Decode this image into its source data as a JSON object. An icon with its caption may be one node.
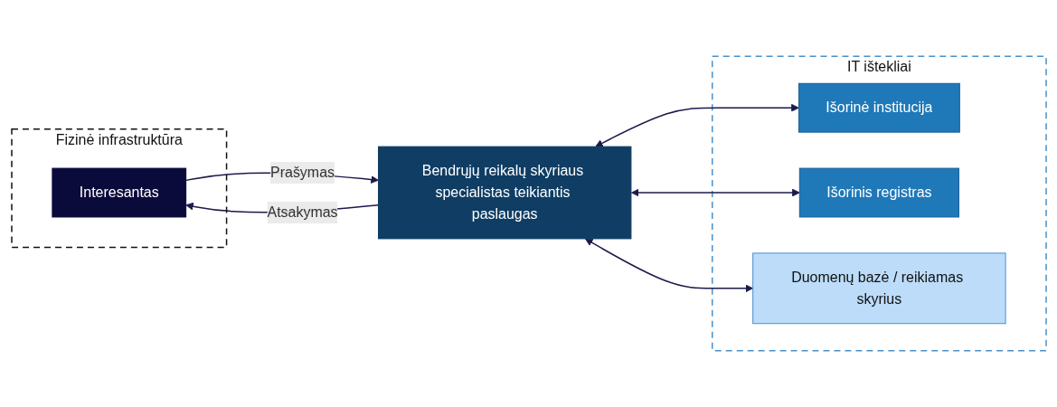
{
  "diagram": {
    "nodes": [
      {
        "text": [
          "Fizinė infrastruktūra"
        ]
      },
      {
        "text": [
          "Interesantas"
        ],
        "in": 0
      },
      {
        "text": [
          "IT ištekliai"
        ]
      },
      {
        "text": [
          "Bendrųjų reikalų skyriaus specialistas teikiantis paslaugas"
        ]
      },
      {
        "text": [
          "Išorinė institucija"
        ],
        "in": 2
      },
      {
        "text": [
          "Išorinis registras"
        ],
        "in": 2
      },
      {
        "text": [
          "Duomenų bazė / reikiamas skyrius"
        ],
        "in": 2
      }
    ],
    "edges": [
      {
        "from": 1,
        "to": 3,
        "arrow": "to",
        "label": "Prašymas"
      },
      {
        "from": 3,
        "to": 1,
        "arrow": "to",
        "label": "Atsakymas"
      },
      {
        "from": 3,
        "to": 4,
        "arrow": "both"
      },
      {
        "from": 3,
        "to": 5,
        "arrow": "both"
      },
      {
        "from": 3,
        "to": 6,
        "arrow": "both"
      }
    ]
  }
}
